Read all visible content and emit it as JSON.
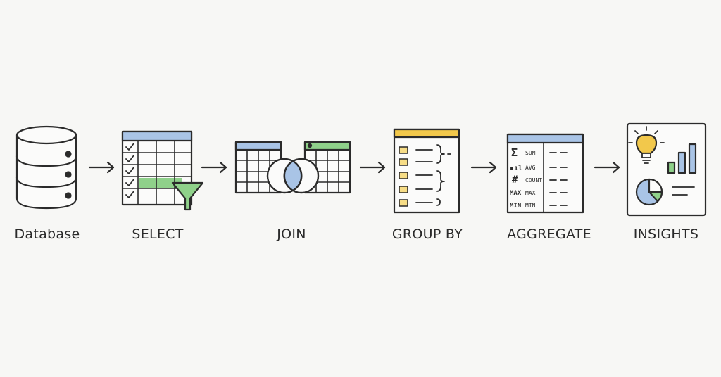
{
  "steps": [
    {
      "label": "Database"
    },
    {
      "label": "SELECT"
    },
    {
      "label": "JOIN"
    },
    {
      "label": "GROUP BY"
    },
    {
      "label": "AGGREGATE"
    },
    {
      "label": "INSIGHTS"
    }
  ],
  "aggregate_rows": [
    {
      "symbol": "Σ",
      "name": "SUM"
    },
    {
      "symbol": "▪ıl",
      "name": "AVG"
    },
    {
      "symbol": "#",
      "name": "COUNT"
    },
    {
      "symbol": "MAX",
      "name": "MAX"
    },
    {
      "symbol": "MIN",
      "name": "MIN"
    }
  ],
  "colors": {
    "ink": "#2b2b2b",
    "blue": "#a9c4e6",
    "green": "#8fd18a",
    "yellow": "#f2c84b",
    "yellow_light": "#f7dd86",
    "paper": "#f7f7f5"
  }
}
